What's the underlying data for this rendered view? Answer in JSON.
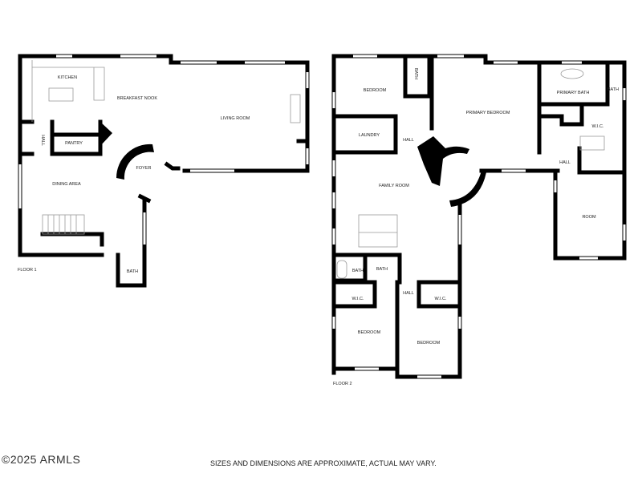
{
  "floor1": {
    "label": "FLOOR 1",
    "rooms": {
      "kitchen": "KITCHEN",
      "breakfast_nook": "BREAKFAST NOOK",
      "living_room": "LIVING ROOM",
      "hall": "HALL",
      "pantry": "PANTRY",
      "foyer": "FOYER",
      "dining_area": "DINING AREA",
      "bath": "BATH"
    }
  },
  "floor2": {
    "label": "FLOOR 2",
    "rooms": {
      "bedroom_nw": "BEDROOM",
      "bath_nw": "BATH",
      "laundry": "LAUNDRY",
      "hall_n": "HALL",
      "primary_bedroom": "PRIMARY BEDROOM",
      "primary_bath": "PRIMARY BATH",
      "bath_ne": "BATH",
      "wic_primary": "W.I.C.",
      "hall_e": "HALL",
      "room": "ROOM",
      "family_room": "FAMILY ROOM",
      "bath_sw1": "BATH",
      "bath_sw2": "BATH",
      "hall_s": "HALL",
      "wic_sw": "W.I.C.",
      "wic_s": "W.I.C.",
      "bedroom_sw": "BEDROOM",
      "bedroom_s": "BEDROOM"
    }
  },
  "footer": {
    "copyright": "©2025 ARMLS",
    "disclaimer": "SIZES AND DIMENSIONS ARE APPROXIMATE, ACTUAL MAY VARY."
  }
}
